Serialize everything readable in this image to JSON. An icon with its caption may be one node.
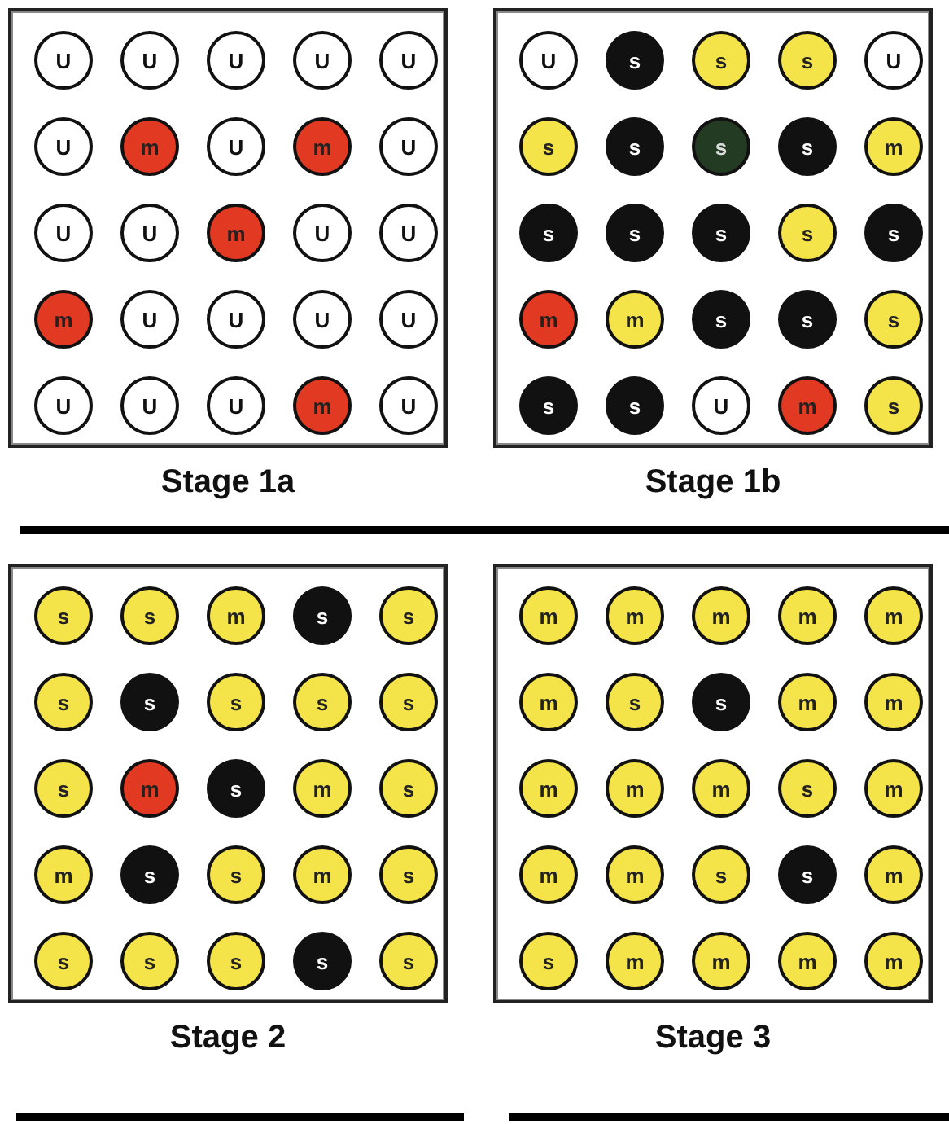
{
  "diagram": {
    "nodes": [
      {
        "text": [
          "Stage 1a"
        ]
      },
      {
        "text": [
          "U"
        ],
        "in": 0
      },
      {
        "text": [
          "U"
        ],
        "in": 0
      },
      {
        "text": [
          "U"
        ],
        "in": 0
      },
      {
        "text": [
          "U"
        ],
        "in": 0
      },
      {
        "text": [
          "U"
        ],
        "in": 0
      },
      {
        "text": [
          "U"
        ],
        "in": 0
      },
      {
        "text": [
          "m"
        ],
        "in": 0
      },
      {
        "text": [
          "U"
        ],
        "in": 0
      },
      {
        "text": [
          "m"
        ],
        "in": 0
      },
      {
        "text": [
          "U"
        ],
        "in": 0
      },
      {
        "text": [
          "U"
        ],
        "in": 0
      },
      {
        "text": [
          "U"
        ],
        "in": 0
      },
      {
        "text": [
          "m"
        ],
        "in": 0
      },
      {
        "text": [
          "U"
        ],
        "in": 0
      },
      {
        "text": [
          "U"
        ],
        "in": 0
      },
      {
        "text": [
          "m"
        ],
        "in": 0
      },
      {
        "text": [
          "U"
        ],
        "in": 0
      },
      {
        "text": [
          "U"
        ],
        "in": 0
      },
      {
        "text": [
          "U"
        ],
        "in": 0
      },
      {
        "text": [
          "U"
        ],
        "in": 0
      },
      {
        "text": [
          "U"
        ],
        "in": 0
      },
      {
        "text": [
          "U"
        ],
        "in": 0
      },
      {
        "text": [
          "U"
        ],
        "in": 0
      },
      {
        "text": [
          "m"
        ],
        "in": 0
      },
      {
        "text": [
          "U"
        ],
        "in": 0
      },
      {
        "text": [
          "Stage 1b"
        ]
      },
      {
        "text": [
          "U"
        ],
        "in": 26
      },
      {
        "text": [
          "s"
        ],
        "in": 26
      },
      {
        "text": [
          "s"
        ],
        "in": 26
      },
      {
        "text": [
          "s"
        ],
        "in": 26
      },
      {
        "text": [
          "U"
        ],
        "in": 26
      },
      {
        "text": [
          "s"
        ],
        "in": 26
      },
      {
        "text": [
          "s"
        ],
        "in": 26
      },
      {
        "text": [
          "s"
        ],
        "in": 26
      },
      {
        "text": [
          "s"
        ],
        "in": 26
      },
      {
        "text": [
          "m"
        ],
        "in": 26
      },
      {
        "text": [
          "s"
        ],
        "in": 26
      },
      {
        "text": [
          "s"
        ],
        "in": 26
      },
      {
        "text": [
          "s"
        ],
        "in": 26
      },
      {
        "text": [
          "s"
        ],
        "in": 26
      },
      {
        "text": [
          "s"
        ],
        "in": 26
      },
      {
        "text": [
          "m"
        ],
        "in": 26
      },
      {
        "text": [
          "m"
        ],
        "in": 26
      },
      {
        "text": [
          "s"
        ],
        "in": 26
      },
      {
        "text": [
          "s"
        ],
        "in": 26
      },
      {
        "text": [
          "s"
        ],
        "in": 26
      },
      {
        "text": [
          "s"
        ],
        "in": 26
      },
      {
        "text": [
          "s"
        ],
        "in": 26
      },
      {
        "text": [
          "U"
        ],
        "in": 26
      },
      {
        "text": [
          "m"
        ],
        "in": 26
      },
      {
        "text": [
          "s"
        ],
        "in": 26
      },
      {
        "text": [
          "Stage 2"
        ]
      },
      {
        "text": [
          "s"
        ],
        "in": 52
      },
      {
        "text": [
          "s"
        ],
        "in": 52
      },
      {
        "text": [
          "m"
        ],
        "in": 52
      },
      {
        "text": [
          "s"
        ],
        "in": 52
      },
      {
        "text": [
          "s"
        ],
        "in": 52
      },
      {
        "text": [
          "s"
        ],
        "in": 52
      },
      {
        "text": [
          "s"
        ],
        "in": 52
      },
      {
        "text": [
          "s"
        ],
        "in": 52
      },
      {
        "text": [
          "s"
        ],
        "in": 52
      },
      {
        "text": [
          "s"
        ],
        "in": 52
      },
      {
        "text": [
          "s"
        ],
        "in": 52
      },
      {
        "text": [
          "m"
        ],
        "in": 52
      },
      {
        "text": [
          "s"
        ],
        "in": 52
      },
      {
        "text": [
          "m"
        ],
        "in": 52
      },
      {
        "text": [
          "s"
        ],
        "in": 52
      },
      {
        "text": [
          "m"
        ],
        "in": 52
      },
      {
        "text": [
          "s"
        ],
        "in": 52
      },
      {
        "text": [
          "s"
        ],
        "in": 52
      },
      {
        "text": [
          "m"
        ],
        "in": 52
      },
      {
        "text": [
          "s"
        ],
        "in": 52
      },
      {
        "text": [
          "s"
        ],
        "in": 52
      },
      {
        "text": [
          "s"
        ],
        "in": 52
      },
      {
        "text": [
          "s"
        ],
        "in": 52
      },
      {
        "text": [
          "s"
        ],
        "in": 52
      },
      {
        "text": [
          "s"
        ],
        "in": 52
      },
      {
        "text": [
          "Stage 3"
        ]
      },
      {
        "text": [
          "m"
        ],
        "in": 78
      },
      {
        "text": [
          "m"
        ],
        "in": 78
      },
      {
        "text": [
          "m"
        ],
        "in": 78
      },
      {
        "text": [
          "m"
        ],
        "in": 78
      },
      {
        "text": [
          "m"
        ],
        "in": 78
      },
      {
        "text": [
          "m"
        ],
        "in": 78
      },
      {
        "text": [
          "s"
        ],
        "in": 78
      },
      {
        "text": [
          "s"
        ],
        "in": 78
      },
      {
        "text": [
          "m"
        ],
        "in": 78
      },
      {
        "text": [
          "m"
        ],
        "in": 78
      },
      {
        "text": [
          "m"
        ],
        "in": 78
      },
      {
        "text": [
          "m"
        ],
        "in": 78
      },
      {
        "text": [
          "m"
        ],
        "in": 78
      },
      {
        "text": [
          "s"
        ],
        "in": 78
      },
      {
        "text": [
          "m"
        ],
        "in": 78
      },
      {
        "text": [
          "m"
        ],
        "in": 78
      },
      {
        "text": [
          "m"
        ],
        "in": 78
      },
      {
        "text": [
          "s"
        ],
        "in": 78
      },
      {
        "text": [
          "s"
        ],
        "in": 78
      },
      {
        "text": [
          "m"
        ],
        "in": 78
      },
      {
        "text": [
          "s"
        ],
        "in": 78
      },
      {
        "text": [
          "m"
        ],
        "in": 78
      },
      {
        "text": [
          "m"
        ],
        "in": 78
      },
      {
        "text": [
          "m"
        ],
        "in": 78
      },
      {
        "text": [
          "m"
        ],
        "in": 78
      }
    ]
  }
}
